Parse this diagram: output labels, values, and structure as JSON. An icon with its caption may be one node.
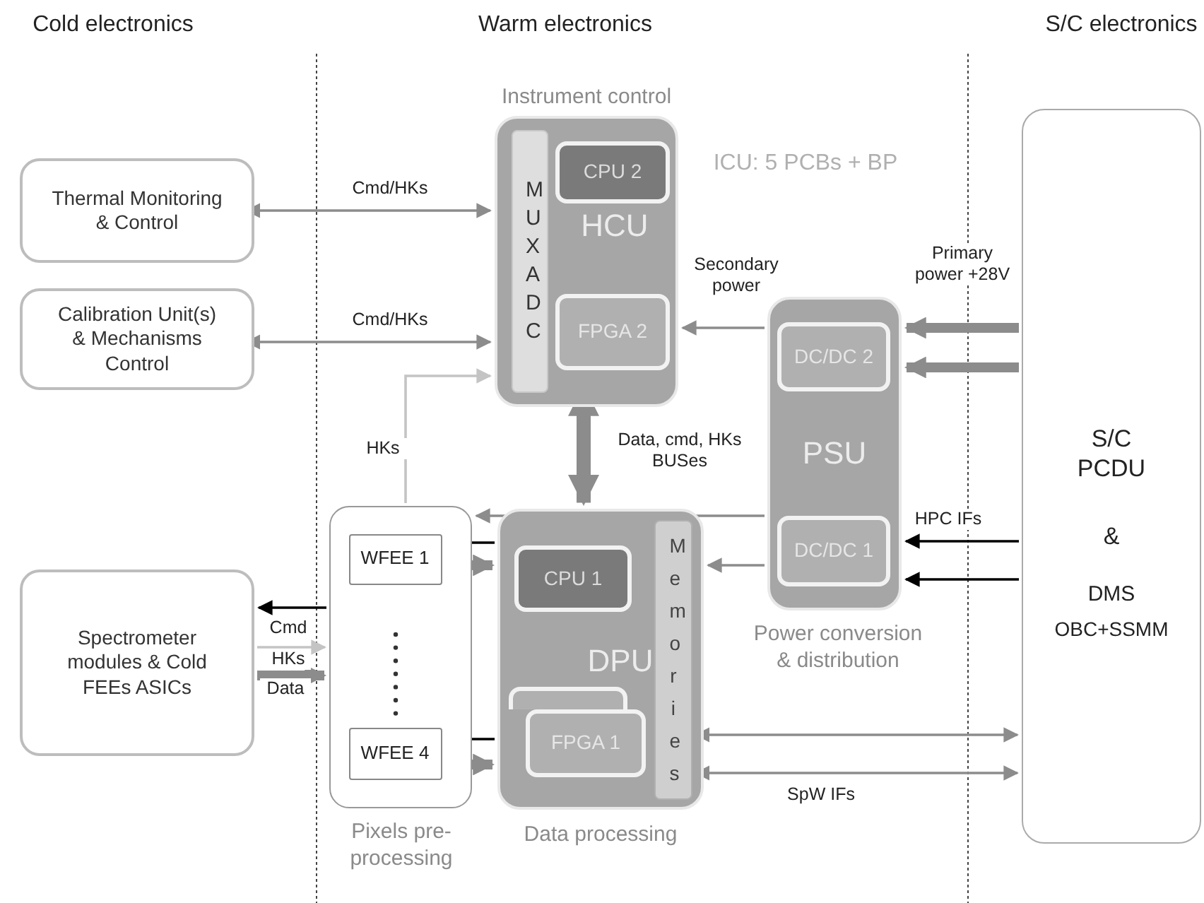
{
  "diagram": {
    "nodes": [
      {
        "text": [
          "Thermal Monitoring & Control"
        ]
      },
      {
        "text": [
          "Calibration Unit(s) & Mechanisms Control"
        ]
      },
      {
        "text": [
          "Spectrometer modules & Cold FEEs ASICs"
        ]
      },
      {
        "text": [
          "HCU"
        ],
        "beside": [
          "Instrument control"
        ]
      },
      {
        "text": [
          "MUX ADC"
        ],
        "in": 3
      },
      {
        "text": [
          "CPU 2"
        ],
        "in": 3
      },
      {
        "text": [
          "FPGA 2"
        ],
        "in": 3
      },
      {
        "text": [
          "PSU"
        ],
        "beside": [
          "Power conversion & distribution"
        ]
      },
      {
        "text": [
          "DC/DC 2"
        ],
        "in": 7
      },
      {
        "text": [
          "DC/DC 1"
        ],
        "in": 7
      },
      {
        "text": [],
        "shape": "box",
        "beside": [
          "Pixels pre-processing"
        ]
      },
      {
        "text": [
          "WFEE 1"
        ],
        "in": 10
      },
      {
        "text": [
          "WFEE 4"
        ],
        "in": 10
      },
      {
        "text": [
          "DPU"
        ],
        "beside": [
          "Data processing"
        ]
      },
      {
        "text": [
          "CPU 1"
        ],
        "in": 13
      },
      {
        "text": [],
        "shape": "box",
        "in": 13
      },
      {
        "text": [
          "FPGA 1"
        ],
        "in": 13
      },
      {
        "text": [
          "Memories"
        ],
        "in": 13
      },
      {
        "text": [
          "S/C PCDU",
          "&",
          "DMS",
          "OBC+SSMM"
        ]
      }
    ],
    "edges": [
      {
        "from": 0,
        "to": 3,
        "arrow": "both",
        "label": "Cmd/HKs"
      },
      {
        "from": 1,
        "to": 3,
        "arrow": "both",
        "label": "Cmd/HKs"
      },
      {
        "from": 10,
        "to": 3,
        "arrow": "to",
        "label": "HKs",
        "color": "#c4c4c4"
      },
      {
        "from": 3,
        "to": 13,
        "arrow": "both",
        "label": "Data, cmd, HKs BUSes",
        "style": "thick"
      },
      {
        "from": 7,
        "to": 3,
        "arrow": "to",
        "label": "Secondary power"
      },
      {
        "from": 18,
        "to": 7,
        "arrow": "to",
        "label": "Primary power +28V",
        "style": "thick"
      },
      {
        "from": 18,
        "to": 7,
        "arrow": "to",
        "style": "thick"
      },
      {
        "from": 18,
        "to": 7,
        "arrow": "to",
        "label": "HPC IFs",
        "color": "#000000"
      },
      {
        "from": 18,
        "to": 7,
        "arrow": "to",
        "color": "#000000"
      },
      {
        "from": 7,
        "to": 13,
        "arrow": "to"
      },
      {
        "from": 7,
        "to": 10,
        "arrow": "to"
      },
      {
        "from": 13,
        "to": 11,
        "arrow": "to",
        "color": "#000000"
      },
      {
        "from": 11,
        "to": 13,
        "arrow": "to",
        "style": "thick"
      },
      {
        "from": 13,
        "to": 12,
        "arrow": "to",
        "color": "#000000"
      },
      {
        "from": 12,
        "to": 13,
        "arrow": "to",
        "style": "thick"
      },
      {
        "from": 10,
        "to": 2,
        "arrow": "to",
        "label": "Cmd",
        "color": "#000000"
      },
      {
        "from": 2,
        "to": 10,
        "arrow": "to",
        "label": "HKs",
        "color": "#c4c4c4"
      },
      {
        "from": 2,
        "to": 10,
        "arrow": "to",
        "label": "Data",
        "style": "thick"
      },
      {
        "from": 13,
        "to": 18,
        "arrow": "both"
      },
      {
        "from": 13,
        "to": 18,
        "arrow": "both",
        "label": "SpW IFs"
      }
    ],
    "labels": [
      "Cold electronics",
      "Warm electronics",
      "S/C electronics",
      "ICU: 5 PCBs + BP"
    ]
  }
}
